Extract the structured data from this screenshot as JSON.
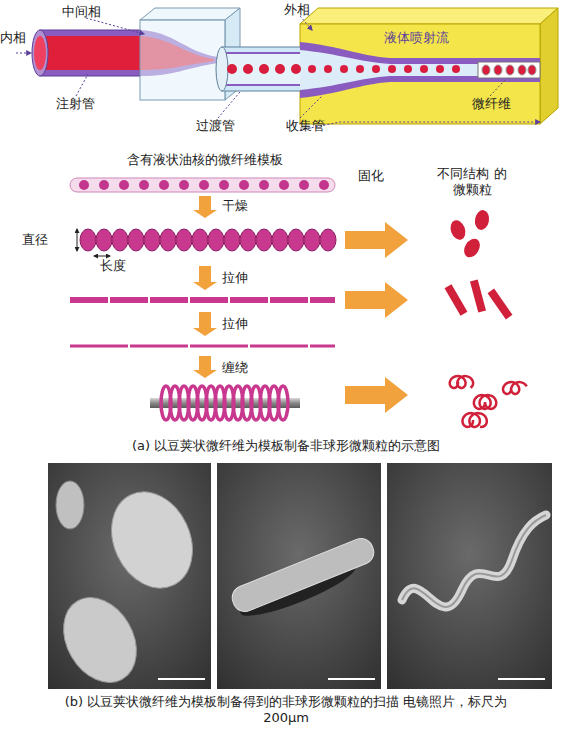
{
  "diagram": {
    "caption": "(b) 以豆荚状微纤维为模板制备得到的非球形微颗粒的扫描 电镜照片，标尺为200μm",
    "nodes": [
      {
        "text": [
          "含有液状油核的微纤维模板"
        ]
      },
      {
        "text": [
          "不同结构 的微颗粒"
        ]
      }
    ],
    "labels": [
      "中间相",
      "外相",
      "内相",
      "注射管",
      "过渡管",
      "收集管",
      "液体喷射流",
      "微纤维",
      "干燥",
      "直径",
      "长度",
      "拉伸",
      "拉伸",
      "缠绕",
      "固化",
      "(a) 以豆荚状微纤维为模板制备非球形微颗粒的示意图"
    ]
  }
}
